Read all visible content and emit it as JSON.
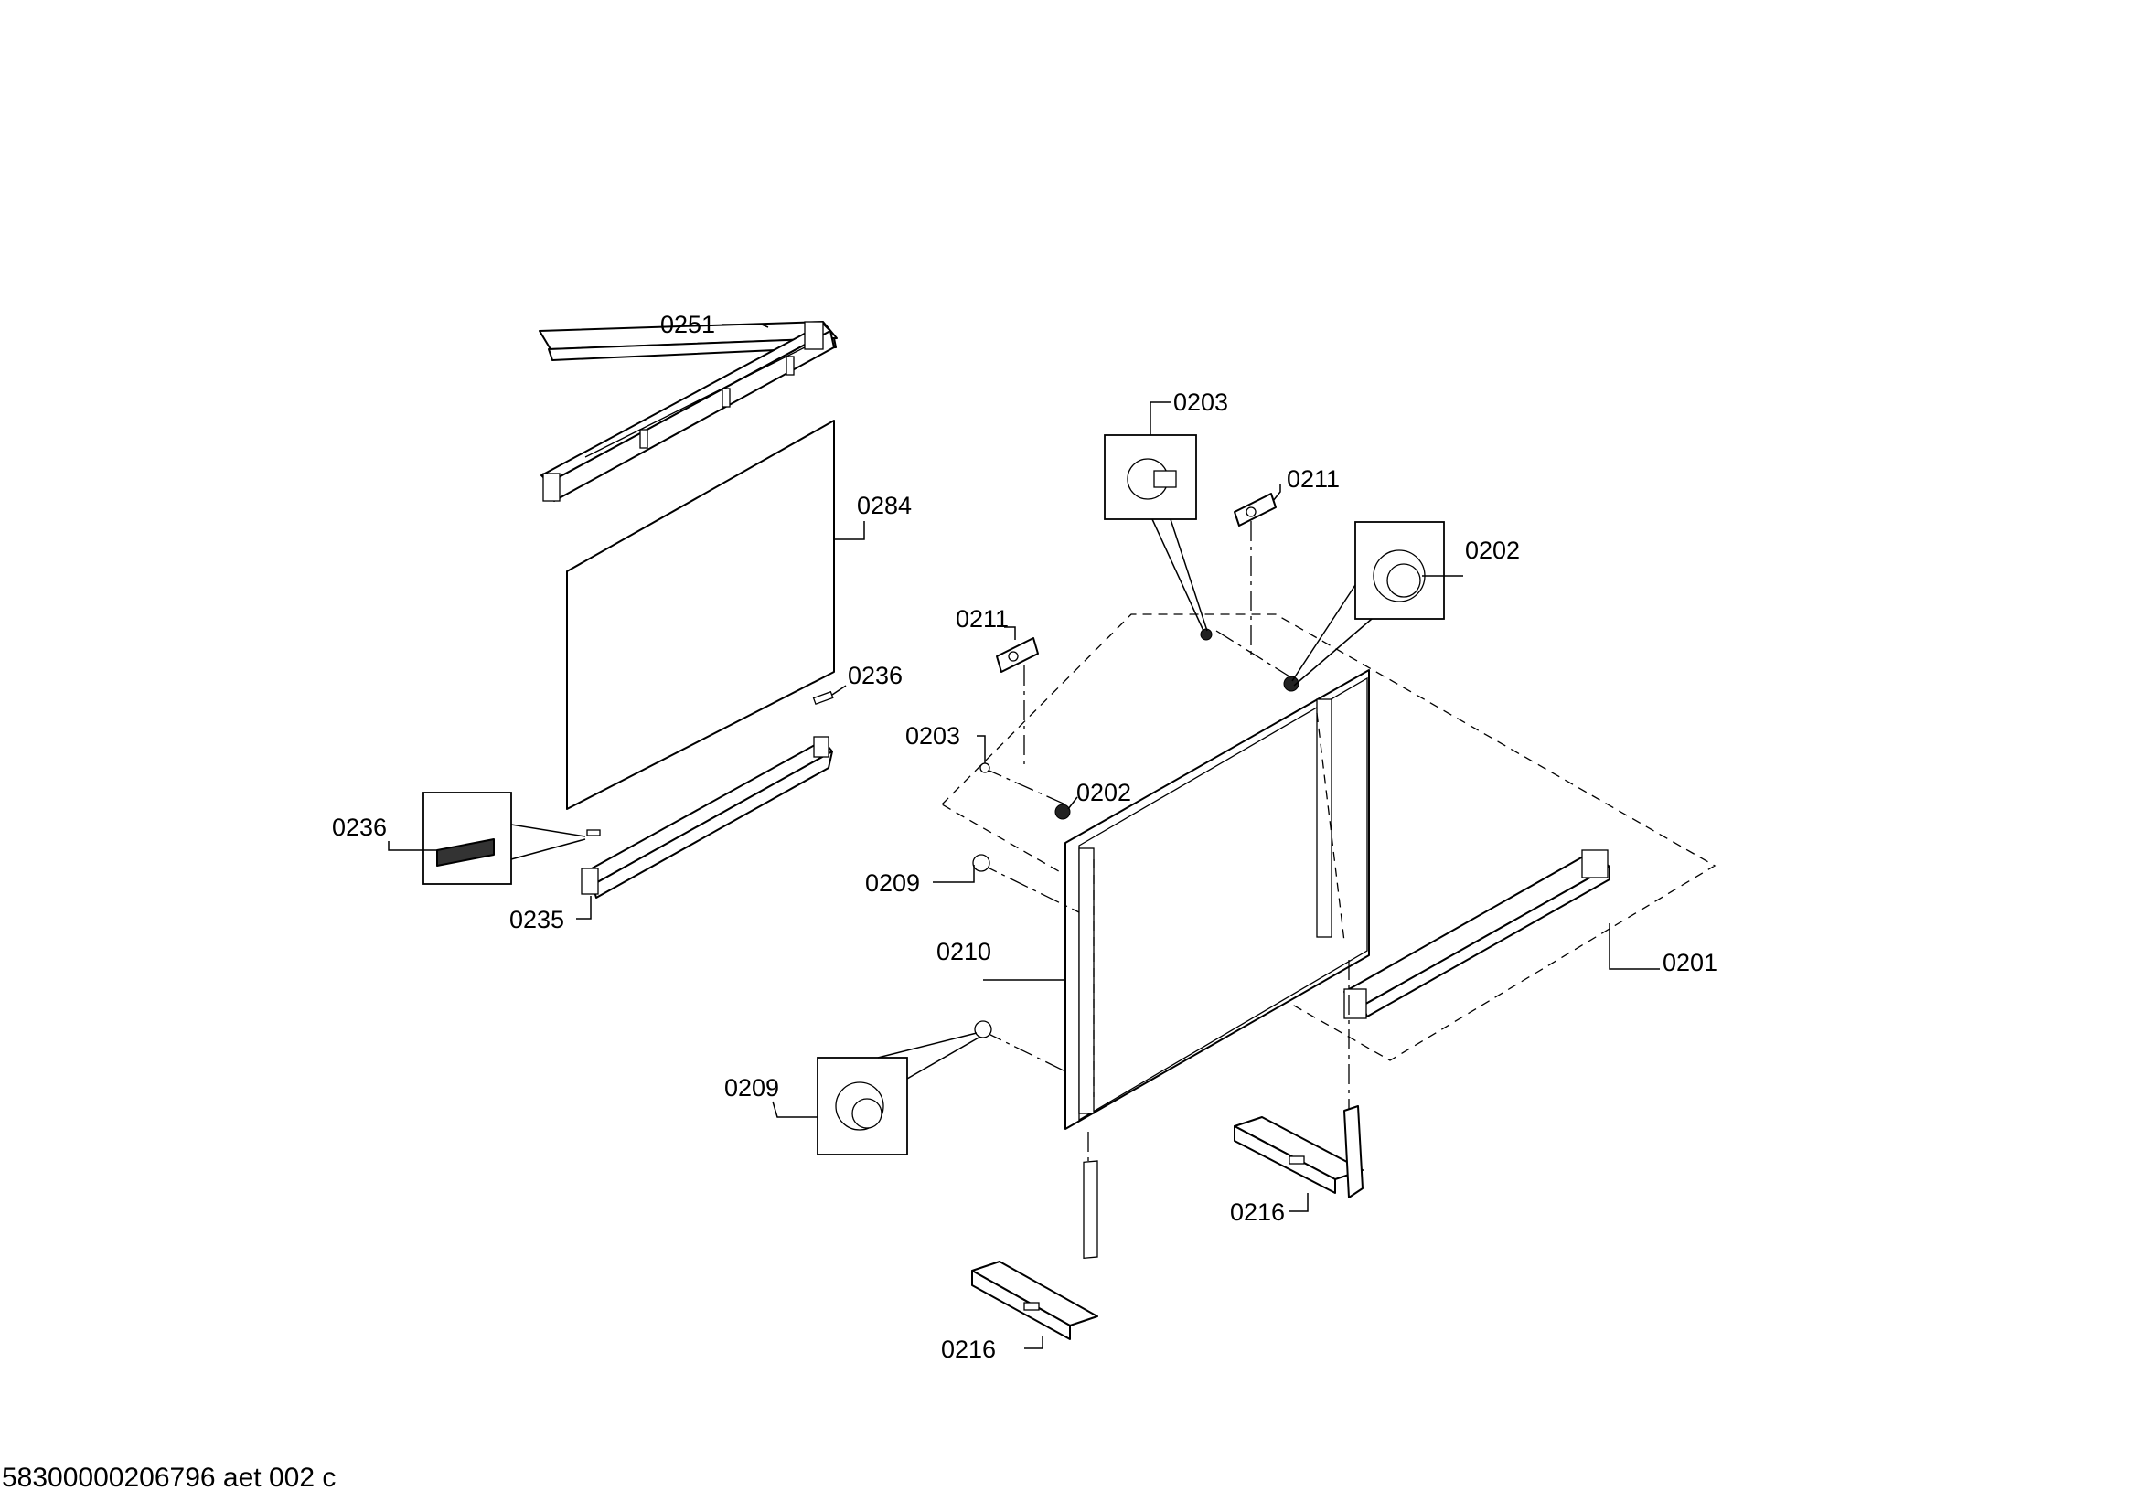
{
  "callouts": {
    "c0251": "0251",
    "c0284": "0284",
    "c0236_a": "0236",
    "c0236_b": "0236",
    "c0235": "0235",
    "c0203_a": "0203",
    "c0211_a": "0211",
    "c0202_a": "0202",
    "c0211_b": "0211",
    "c0203_b": "0203",
    "c0202_b": "0202",
    "c0209_a": "0209",
    "c0210": "0210",
    "c0201": "0201",
    "c0209_b": "0209",
    "c0216_a": "0216",
    "c0216_b": "0216"
  },
  "footer": {
    "document_id": "58300000206796 aet 002 c"
  }
}
